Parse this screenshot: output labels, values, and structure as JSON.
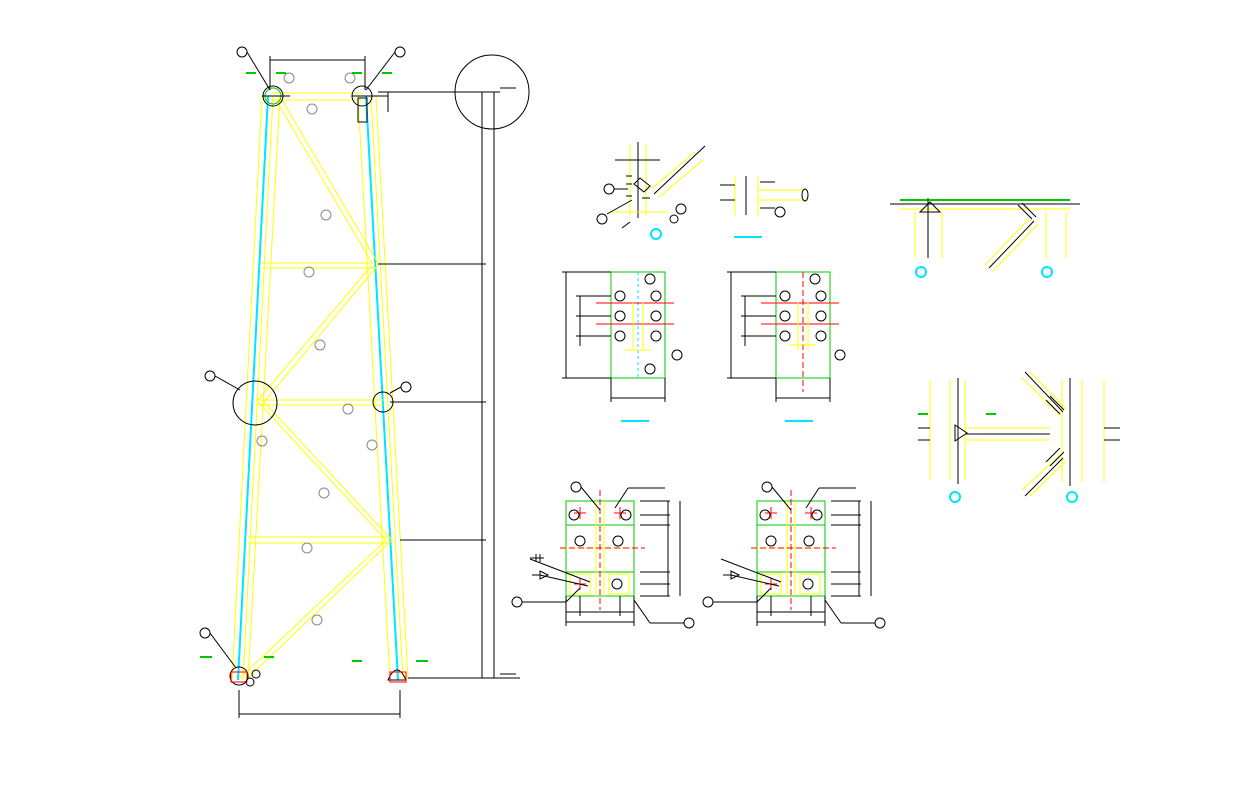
{
  "drawing": {
    "type": "steel truss CAD detail sheet",
    "background": "#ffffff",
    "colors": {
      "member_outline": "#ffff00",
      "member_centerline": "#00e5ff",
      "plate_outline": "#00c800",
      "bolt_line": "#ff0000",
      "dimension": "#000000",
      "callout": "#000000",
      "detail_tag": "#00e5ff",
      "label_dash": "#00c800"
    },
    "views": [
      "truss-elevation",
      "connection-detail-top-left",
      "connection-detail-top-middle",
      "connection-detail-top-right",
      "splice-plate-elevation-1",
      "splice-plate-elevation-2",
      "base-plate-detail-1",
      "base-plate-detail-2",
      "connection-detail-mid-right"
    ],
    "icons": [
      "balloon-callout-icon",
      "detail-circle-icon",
      "bolt-hole-icon",
      "weld-symbol-icon"
    ]
  }
}
